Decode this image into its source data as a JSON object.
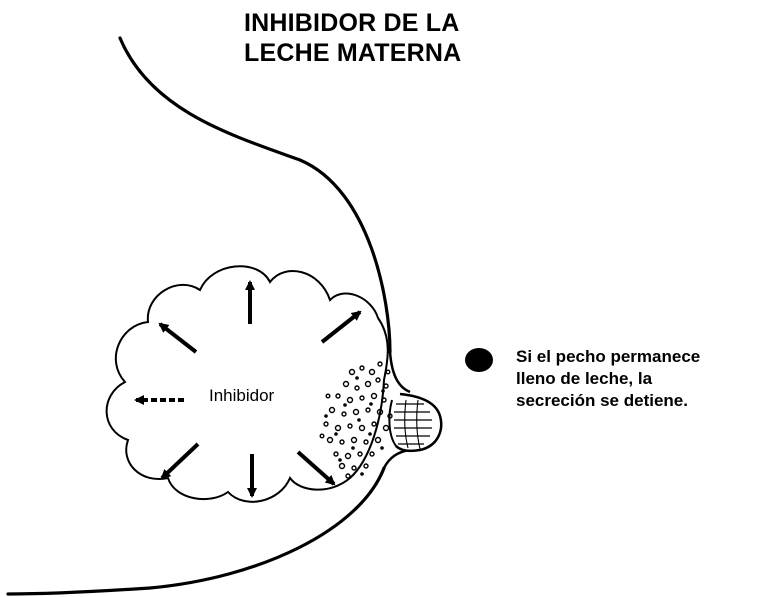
{
  "title": {
    "line1": "INHIBIDOR DE LA",
    "line2": "LECHE MATERNA"
  },
  "center_label": "Inhibidor",
  "note": {
    "line1": "Si el pecho permanece",
    "line2": "lleno de leche, la",
    "line3": "secreción se detiene."
  },
  "colors": {
    "ink": "#000000",
    "background": "#ffffff"
  }
}
